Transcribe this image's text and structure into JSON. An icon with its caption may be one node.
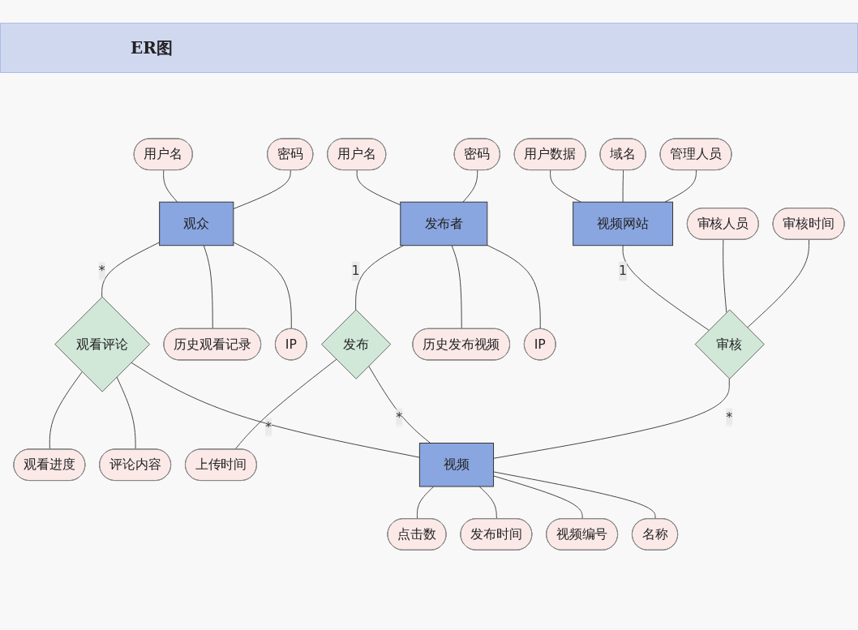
{
  "diagram": {
    "title": "ER图",
    "nodes": [
      {
        "text": [
          "管理人员"
        ]
      },
      {
        "text": [
          "用户数据"
        ]
      },
      {
        "text": [
          "域名"
        ]
      },
      {
        "text": [
          "密码"
        ]
      },
      {
        "text": [
          "用户名"
        ]
      },
      {
        "text": [
          "密码"
        ]
      },
      {
        "text": [
          "视频网站"
        ]
      },
      {
        "text": [
          "观众"
        ]
      },
      {
        "text": [
          "用户名"
        ]
      },
      {
        "text": [
          "发布者"
        ]
      },
      {
        "text": [
          "审核人员"
        ]
      },
      {
        "text": [
          "审核时间"
        ]
      },
      {
        "text": [
          "IP"
        ]
      },
      {
        "text": [
          "历史观看记录"
        ]
      },
      {
        "text": [
          "审核"
        ]
      },
      {
        "text": [
          "IP"
        ]
      },
      {
        "text": [
          "历史发布视频"
        ]
      },
      {
        "text": [
          "发布"
        ]
      },
      {
        "text": [
          "观看评论"
        ]
      },
      {
        "text": [
          "评论内容"
        ]
      },
      {
        "text": [
          "上传时间"
        ]
      },
      {
        "text": [
          "观看进度"
        ]
      },
      {
        "text": [
          "视频"
        ]
      },
      {
        "text": [
          "名称"
        ]
      },
      {
        "text": [
          "视频编号"
        ]
      },
      {
        "text": [
          "发布时间"
        ]
      },
      {
        "text": [
          "点击数"
        ]
      }
    ],
    "edges": [
      {
        "from": 0,
        "to": 6,
        "arrow": "none"
      },
      {
        "from": 2,
        "to": 6,
        "arrow": "none"
      },
      {
        "from": 1,
        "to": 6,
        "arrow": "none"
      },
      {
        "from": 3,
        "to": 7,
        "arrow": "none"
      },
      {
        "from": 4,
        "to": 7,
        "arrow": "none"
      },
      {
        "from": 7,
        "to": 12,
        "arrow": "none"
      },
      {
        "from": 7,
        "to": 13,
        "arrow": "none"
      },
      {
        "from": 5,
        "to": 9,
        "arrow": "none"
      },
      {
        "from": 8,
        "to": 9,
        "arrow": "none"
      },
      {
        "from": 9,
        "to": 15,
        "arrow": "none"
      },
      {
        "from": 9,
        "to": 16,
        "arrow": "none"
      },
      {
        "from": 6,
        "to": 14,
        "arrow": "none",
        "label": "1"
      },
      {
        "from": 10,
        "to": 14,
        "arrow": "none"
      },
      {
        "from": 11,
        "to": 14,
        "arrow": "none"
      },
      {
        "from": 9,
        "to": 17,
        "arrow": "none",
        "label": "1"
      },
      {
        "from": 7,
        "to": 18,
        "arrow": "none",
        "label": "*"
      },
      {
        "from": 14,
        "to": 22,
        "arrow": "none",
        "label": "*"
      },
      {
        "from": 17,
        "to": 22,
        "arrow": "none",
        "label": "*"
      },
      {
        "from": 18,
        "to": 22,
        "arrow": "none",
        "label": "*"
      },
      {
        "from": 17,
        "to": 20,
        "arrow": "none"
      },
      {
        "from": 18,
        "to": 19,
        "arrow": "none"
      },
      {
        "from": 18,
        "to": 21,
        "arrow": "none"
      },
      {
        "from": 22,
        "to": 23,
        "arrow": "none"
      },
      {
        "from": 22,
        "to": 24,
        "arrow": "none"
      },
      {
        "from": 22,
        "to": 25,
        "arrow": "none"
      },
      {
        "from": 22,
        "to": 26,
        "arrow": "none"
      }
    ]
  }
}
